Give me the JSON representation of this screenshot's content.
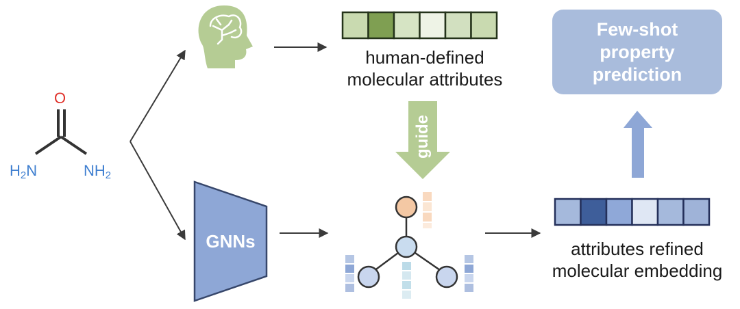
{
  "molecule": {
    "oxygen": "O",
    "amine_left": {
      "symbol": "H",
      "sub": "2",
      "tail": "N"
    },
    "amine_right": {
      "symbol": "NH",
      "sub": "2"
    }
  },
  "gnn_label": "GNNs",
  "guide_label": "guide",
  "human_attributes": {
    "line1": "human-defined",
    "line2": "molecular attributes",
    "cell_colors": [
      "#c9dab0",
      "#7f9f52",
      "#d6e4c4",
      "#eef3e6",
      "#d2e0c0",
      "#c9dab0"
    ]
  },
  "refined_embedding": {
    "line1": "attributes refined",
    "line2": "molecular embedding",
    "cell_colors": [
      "#a5b9dc",
      "#3e5e9a",
      "#8fa8d8",
      "#dfe7f4",
      "#a5b9dc",
      "#9fb3d8"
    ]
  },
  "prediction_box": {
    "line1": "Few-shot",
    "line2": "property",
    "line3": "prediction"
  },
  "colors": {
    "green_accent": "#b5cc94",
    "blue_accent": "#8ea7d6",
    "oxygen_red": "#e0312a",
    "nitrogen_blue": "#3f7fd0",
    "node_orange": "#f4c8a4",
    "node_blue": "#c9dcef"
  },
  "icons": [
    "head-brain-icon"
  ]
}
